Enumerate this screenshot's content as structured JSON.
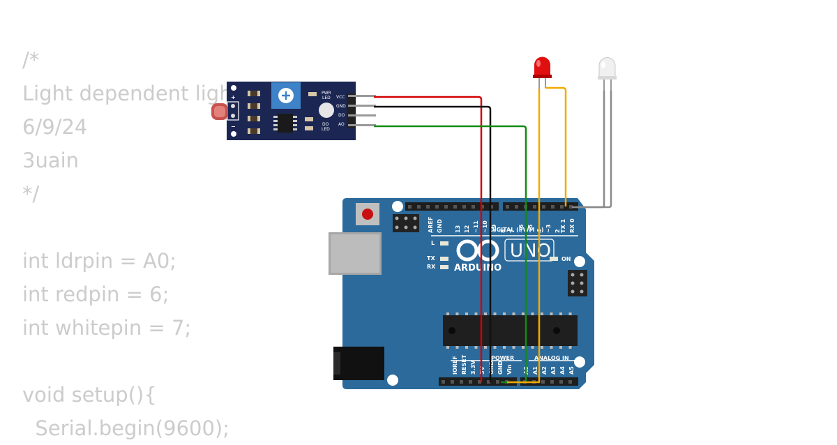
{
  "code": {
    "lines": [
      "/*",
      "Light dependent light",
      "6/9/24",
      "3uain",
      "*/",
      "",
      "int ldrpin = A0;",
      "int redpin = 6;",
      "int whitepin = 7;",
      "",
      "void setup(){",
      "  Serial.begin(9600);"
    ]
  },
  "ldr_module": {
    "pins": [
      "VCC",
      "GND",
      "DO",
      "AO"
    ],
    "pwr_led_label": [
      "PWR",
      "LED"
    ],
    "do_led_label": [
      "DO",
      "LED"
    ],
    "plus_sign": "+",
    "minus_sign": "−"
  },
  "arduino": {
    "brand": "ARDUINO",
    "model": "UNO",
    "on_label": "ON",
    "l_label": "L",
    "tx_label": "TX",
    "rx_label": "RX",
    "digital_label": "DIGITAL (PWM ~)",
    "power_label": "POWER",
    "analog_label": "ANALOG IN",
    "digital_pins": [
      "AREF",
      "GND",
      "13",
      "12",
      "~11",
      "~10",
      "~9",
      "8",
      "7",
      "~6",
      "~5",
      "4",
      "~3",
      "2",
      "TX 1",
      "RX 0"
    ],
    "power_pins": [
      "IOREF",
      "RESET",
      "3.3V",
      "5V",
      "GND",
      "GND",
      "Vin"
    ],
    "analog_pins": [
      "A0",
      "A1",
      "A2",
      "A3",
      "A4",
      "A5"
    ]
  },
  "colors": {
    "board": "#2b6a9b",
    "module": "#1b2653",
    "wire_red": "#d40000",
    "wire_black": "#111111",
    "wire_green": "#138a13",
    "wire_orange": "#f2a900",
    "wire_gray": "#8a8a8a",
    "led_red": "#e01010",
    "led_white": "#f0f0f0"
  }
}
